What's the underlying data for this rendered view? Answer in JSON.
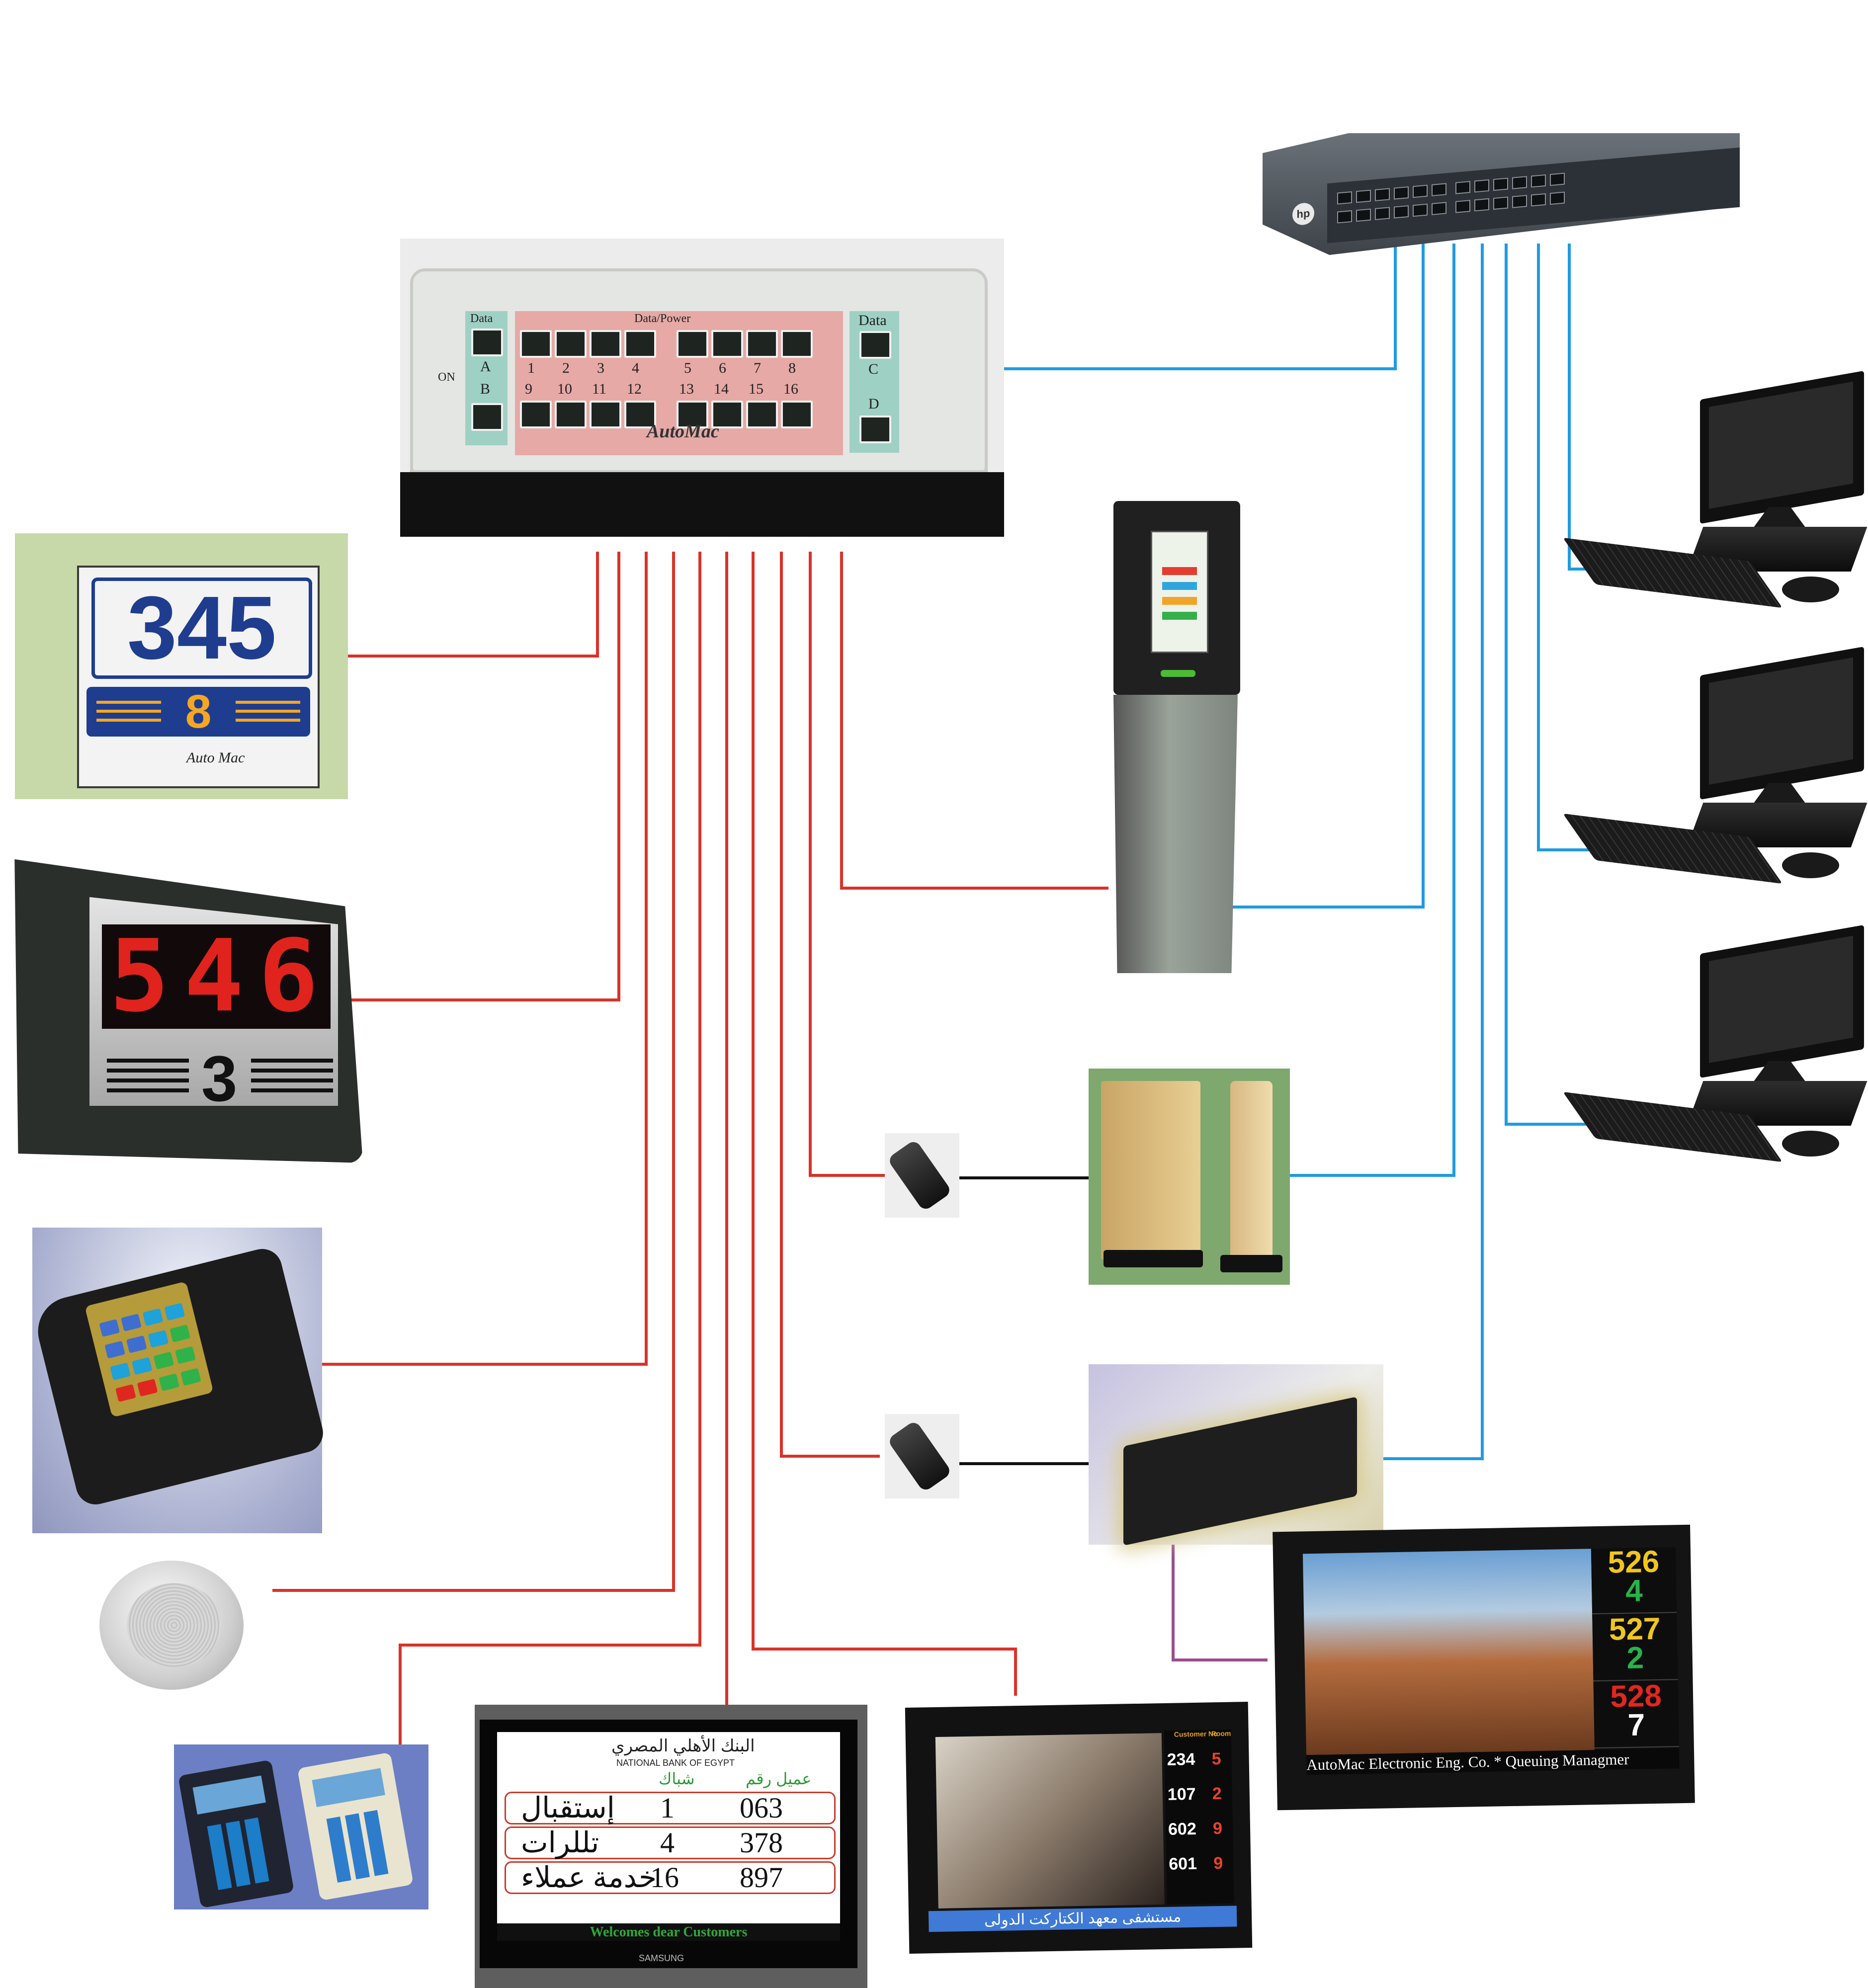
{
  "colors": {
    "data_cable": "#d8332a",
    "network_cable": "#1f9be0",
    "usb_cable": "#111111",
    "video_cable": "#9a4d8f"
  },
  "controller": {
    "brand": "AutoMac",
    "power_label": "ON",
    "left_section_label": "Data",
    "mid_section_label": "Data/Power",
    "right_section_label": "Data",
    "left_ports": [
      "A",
      "B"
    ],
    "right_ports": [
      "C",
      "D"
    ],
    "top_row_ports": [
      "1",
      "2",
      "3",
      "4",
      "5",
      "6",
      "7",
      "8"
    ],
    "bottom_row_ports": [
      "9",
      "10",
      "11",
      "12",
      "13",
      "14",
      "15",
      "16"
    ]
  },
  "switch": {
    "icon": "network-switch-icon",
    "brand_mark": "hp"
  },
  "lcd_display": {
    "number": "345",
    "counter": "8",
    "logo": "Auto Mac"
  },
  "led_display": {
    "digits": [
      "5",
      "4",
      "6"
    ],
    "counter": "3"
  },
  "ticket_printer": {
    "icon": "ticket-printer-icon"
  },
  "speaker": {
    "icon": "ceiling-speaker-icon"
  },
  "keypads": {
    "icon": "handheld-keypad-icon"
  },
  "kiosk": {
    "icon": "touch-kiosk-icon"
  },
  "mini_pc": {
    "icon": "mini-pc-icon"
  },
  "box_pc": {
    "icon": "media-player-icon"
  },
  "workstations": [
    {
      "icon": "desktop-pc-icon"
    },
    {
      "icon": "desktop-pc-icon"
    },
    {
      "icon": "desktop-pc-icon"
    }
  ],
  "bank_screen": {
    "bank_name_ar": "البنك الأهلي المصري",
    "bank_name_en": "NATIONAL BANK OF EGYPT",
    "header_window": "شباك",
    "header_customer": "عميل رقم",
    "rows": [
      {
        "service": "إستقبال",
        "window": "1",
        "customer": "063"
      },
      {
        "service": "تللرات",
        "window": "4",
        "customer": "378"
      },
      {
        "service": "خدمة عملاء",
        "window": "16",
        "customer": "897"
      }
    ],
    "footer": "Welcomes dear Customers",
    "tv_brand": "SAMSUNG"
  },
  "clinic_screen": {
    "header_customer": "Customer No",
    "header_room": "Room",
    "rows": [
      {
        "customer": "234",
        "room": "5"
      },
      {
        "customer": "107",
        "room": "2"
      },
      {
        "customer": "602",
        "room": "9"
      },
      {
        "customer": "601",
        "room": "9"
      }
    ],
    "ticker": "مستشفى معهد الكتاركت الدولى"
  },
  "landscape_screen": {
    "cells": [
      {
        "number": "526",
        "counter": "4",
        "number_color": "#f0c61c",
        "counter_color": "#27b24a"
      },
      {
        "number": "527",
        "counter": "2",
        "number_color": "#f0c61c",
        "counter_color": "#27b24a"
      },
      {
        "number": "528",
        "counter": "7",
        "number_color": "#e3261f",
        "counter_color": "#ffffff"
      }
    ],
    "ticker": "AutoMac Electronic Eng. Co.  *  Queuing Managmer"
  }
}
